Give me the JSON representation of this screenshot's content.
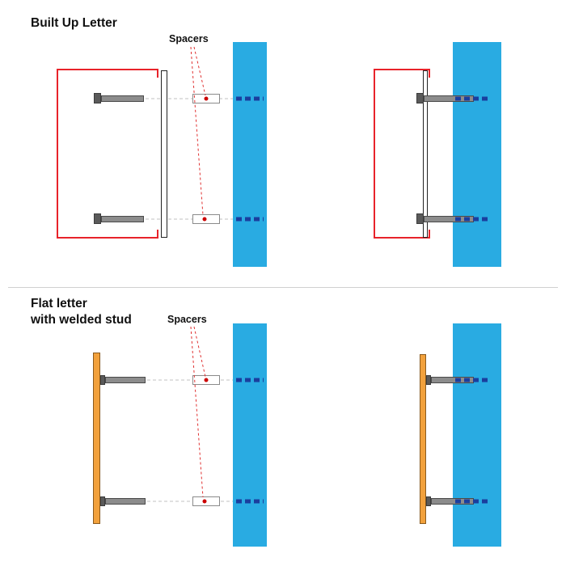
{
  "colors": {
    "wall_blue": "#29abe2",
    "anchor_blue": "#1a3e9e",
    "outline_red": "#e8232a",
    "letter_orange": "#f2a13c",
    "stud_gray": "#8c8c8c",
    "spacer_dot_red": "#cc0000"
  },
  "sections": {
    "built_up": {
      "title": "Built Up Letter",
      "spacers_label": "Spacers"
    },
    "flat": {
      "title_line1": "Flat letter",
      "title_line2": "with welded stud",
      "spacers_label": "Spacers"
    }
  }
}
